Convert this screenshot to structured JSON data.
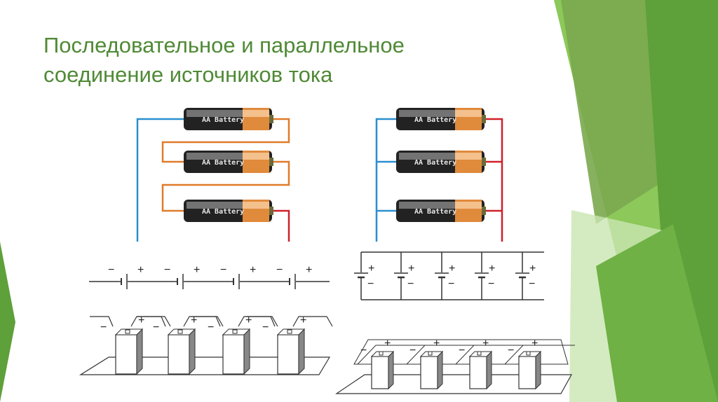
{
  "slide": {
    "title_line1": "Последовательное и параллельное",
    "title_line2": "соединение источников тока"
  },
  "battery_label": "AA Battery",
  "plus": "+",
  "minus": "−",
  "colors": {
    "title": "#4f8a35",
    "green_dark": "#5e9e3a",
    "green_light": "#8cc85a",
    "wire_blue": "#2a8fd0",
    "wire_orange": "#e07b2a",
    "wire_red": "#d0202a"
  }
}
